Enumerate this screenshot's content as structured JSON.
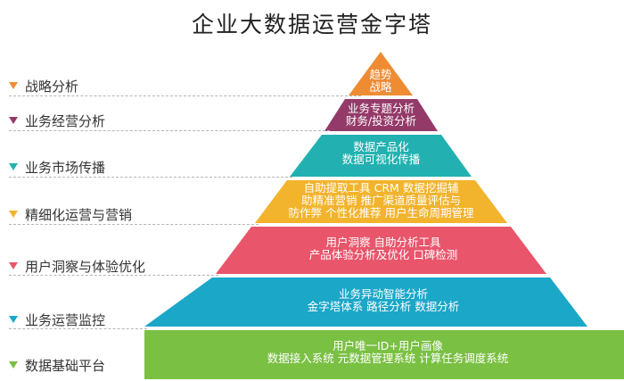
{
  "title": "企业大数据运营金字塔",
  "levels": [
    {
      "label": "战略分析",
      "color": "#ef8c33",
      "lines": [
        "趋势",
        "战略"
      ]
    },
    {
      "label": "业务经营分析",
      "color": "#943a69",
      "lines": [
        "业务专题分析",
        "财务/投资分析"
      ]
    },
    {
      "label": "业务市场传播",
      "color": "#22b1b0",
      "lines": [
        "数据产品化",
        "数据可视化传播"
      ]
    },
    {
      "label": "精细化运营与营销",
      "color": "#f2b32d",
      "lines": [
        "自助提取工具 CRM 数据挖掘辅",
        "助精准营销 推广渠道质量评估与",
        "防作弊 个性化推荐 用户生命周期管理"
      ]
    },
    {
      "label": "用户洞察与体验优化",
      "color": "#e9556b",
      "lines": [
        "用户洞察 自助分析工具",
        "产品体验分析及优化 口碑检测"
      ]
    },
    {
      "label": "业务运营监控",
      "color": "#1ba7c8",
      "lines": [
        "业务异动智能分析",
        "金字塔体系 路径分析 数据分析"
      ]
    },
    {
      "label": "数据基础平台",
      "color": "#7ac043",
      "lines": [
        "用户唯一ID+用户画像",
        "数据接入系统 元数据管理系统 计算任务调度系统"
      ]
    }
  ]
}
